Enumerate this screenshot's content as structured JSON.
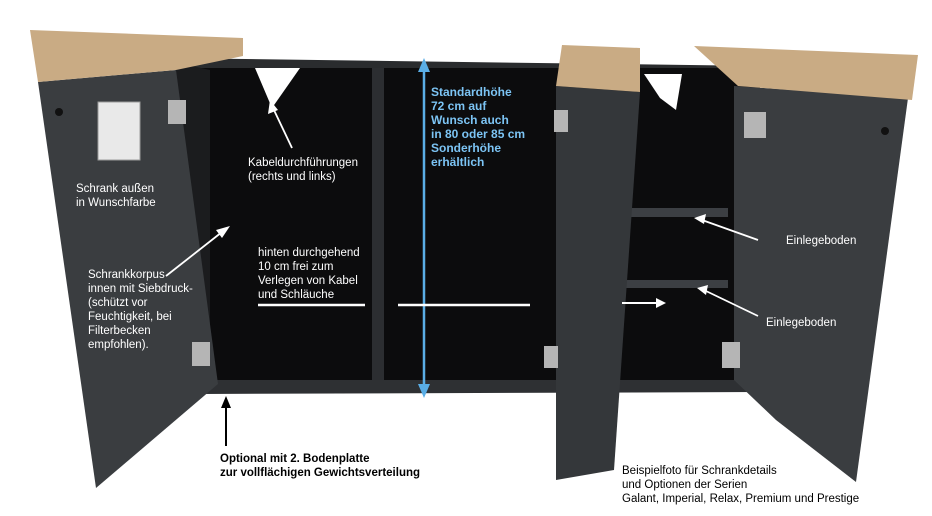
{
  "colors": {
    "cabinet_dark": "#3a3d40",
    "interior_black": "#0c0c0d",
    "wood_top": "#c9ab84",
    "measure_blue": "#5aaee6"
  },
  "labels": {
    "kabel": "Kabeldurchführungen\n(rechts und links)",
    "schrank_aussen": "Schrank außen\nin Wunschfarbe",
    "schrankkorpus": "Schrankkorpus\ninnen mit Siebdruck-\n(schützt vor\nFeuchtigkeit, bei\nFilterbecken\nempfohlen).",
    "hinten": "hinten durchgehend\n10 cm frei zum\nVerlegen von Kabel\nund Schläuche",
    "standardhoehe": "Standardhöhe\n72 cm auf\nWunsch auch\nin 80 oder 85 cm\nSonderhöhe\nerhältlich",
    "einlegeboden_1": "Einlegeboden",
    "einlegeboden_2": "Einlegeboden",
    "optional": "Optional mit 2. Bodenplatte\nzur vollflächigen Gewichtsverteilung",
    "beispielfoto": "Beispielfoto für Schrankdetails\nund Optionen der Serien\nGalant, Imperial, Relax, Premium und Prestige"
  }
}
